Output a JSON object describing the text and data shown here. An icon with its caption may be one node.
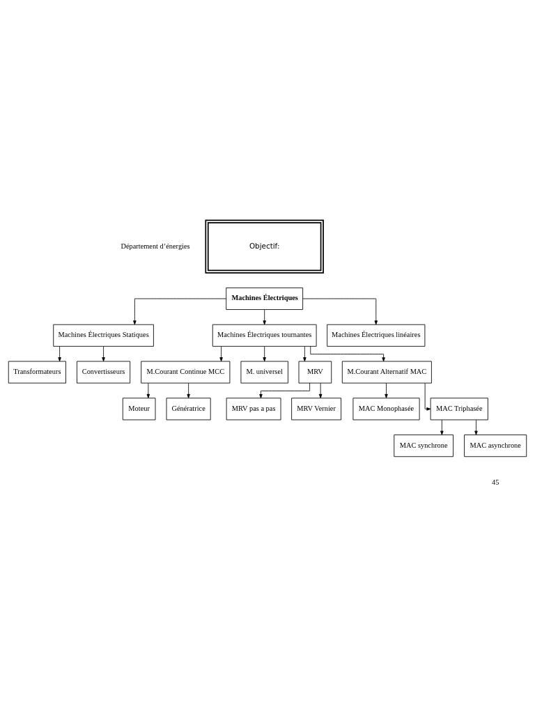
{
  "diagram": {
    "nodes": [
      {
        "text": [
          "Objectif:"
        ]
      },
      {
        "text": [
          "Machines Électriques"
        ]
      },
      {
        "text": [
          "Machines Électriques Statiques"
        ]
      },
      {
        "text": [
          "Machines Électriques tournantes"
        ]
      },
      {
        "text": [
          "Machines Électriques linéaires"
        ]
      },
      {
        "text": [
          "Transformateurs"
        ]
      },
      {
        "text": [
          "Convertisseurs"
        ]
      },
      {
        "text": [
          "M.Courant Continue MCC"
        ]
      },
      {
        "text": [
          "M. universel"
        ]
      },
      {
        "text": [
          "MRV"
        ]
      },
      {
        "text": [
          "M.Courant Alternatif MAC"
        ]
      },
      {
        "text": [
          "Moteur"
        ]
      },
      {
        "text": [
          "Génératrice"
        ]
      },
      {
        "text": [
          "MRV pas a pas"
        ]
      },
      {
        "text": [
          "MRV Vernier"
        ]
      },
      {
        "text": [
          "MAC Monophasée"
        ]
      },
      {
        "text": [
          "MAC Triphasée"
        ]
      },
      {
        "text": [
          "MAC synchrone"
        ]
      },
      {
        "text": [
          "MAC asynchrone"
        ]
      }
    ],
    "edges": [
      {
        "from": 1,
        "to": 2,
        "arrow": "to"
      },
      {
        "from": 1,
        "to": 3,
        "arrow": "to"
      },
      {
        "from": 1,
        "to": 4,
        "arrow": "to"
      },
      {
        "from": 2,
        "to": 5,
        "arrow": "to"
      },
      {
        "from": 2,
        "to": 6,
        "arrow": "to"
      },
      {
        "from": 3,
        "to": 7,
        "arrow": "to"
      },
      {
        "from": 3,
        "to": 8,
        "arrow": "to"
      },
      {
        "from": 3,
        "to": 9,
        "arrow": "to"
      },
      {
        "from": 3,
        "to": 10,
        "arrow": "to"
      },
      {
        "from": 7,
        "to": 11,
        "arrow": "to"
      },
      {
        "from": 7,
        "to": 12,
        "arrow": "to"
      },
      {
        "from": 9,
        "to": 13,
        "arrow": "to"
      },
      {
        "from": 9,
        "to": 14,
        "arrow": "to"
      },
      {
        "from": 10,
        "to": 15,
        "arrow": "to"
      },
      {
        "from": 10,
        "to": 16,
        "arrow": "to"
      },
      {
        "from": 16,
        "to": 17,
        "arrow": "to"
      },
      {
        "from": 16,
        "to": 18,
        "arrow": "to"
      }
    ],
    "labels": [
      "Département d’énergies",
      "45"
    ]
  }
}
